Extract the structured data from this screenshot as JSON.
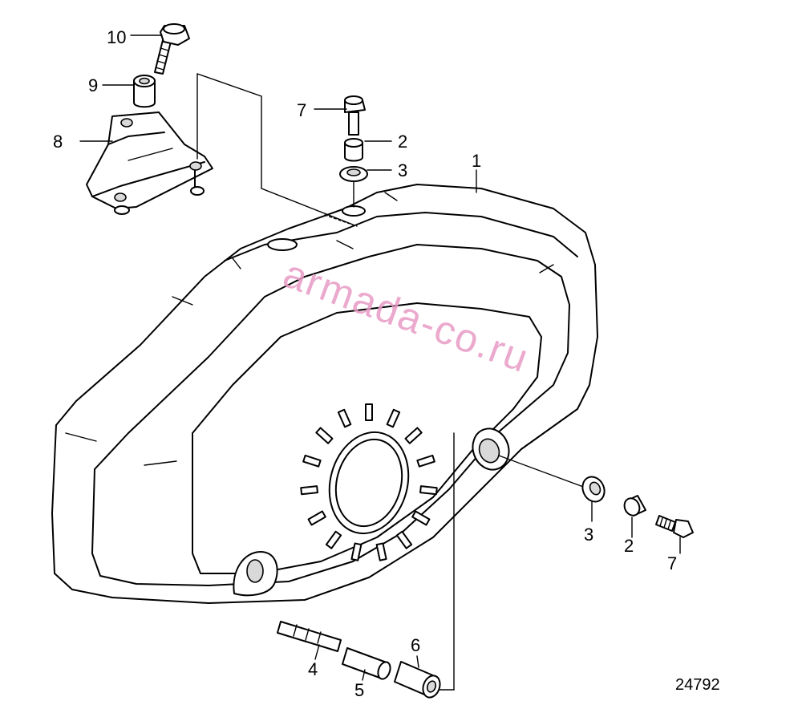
{
  "labels": {
    "l1": "1",
    "l2_top": "2",
    "l3_top": "3",
    "l7_top": "7",
    "l8": "8",
    "l9": "9",
    "l10": "10",
    "l3_right": "3",
    "l2_right": "2",
    "l7_right": "7",
    "l4": "4",
    "l5": "5",
    "l6": "6"
  },
  "drawing_number": "24792",
  "watermark": "armada-co.ru",
  "colors": {
    "line": "#000000",
    "watermark": "#e79ac4",
    "background": "#ffffff"
  }
}
